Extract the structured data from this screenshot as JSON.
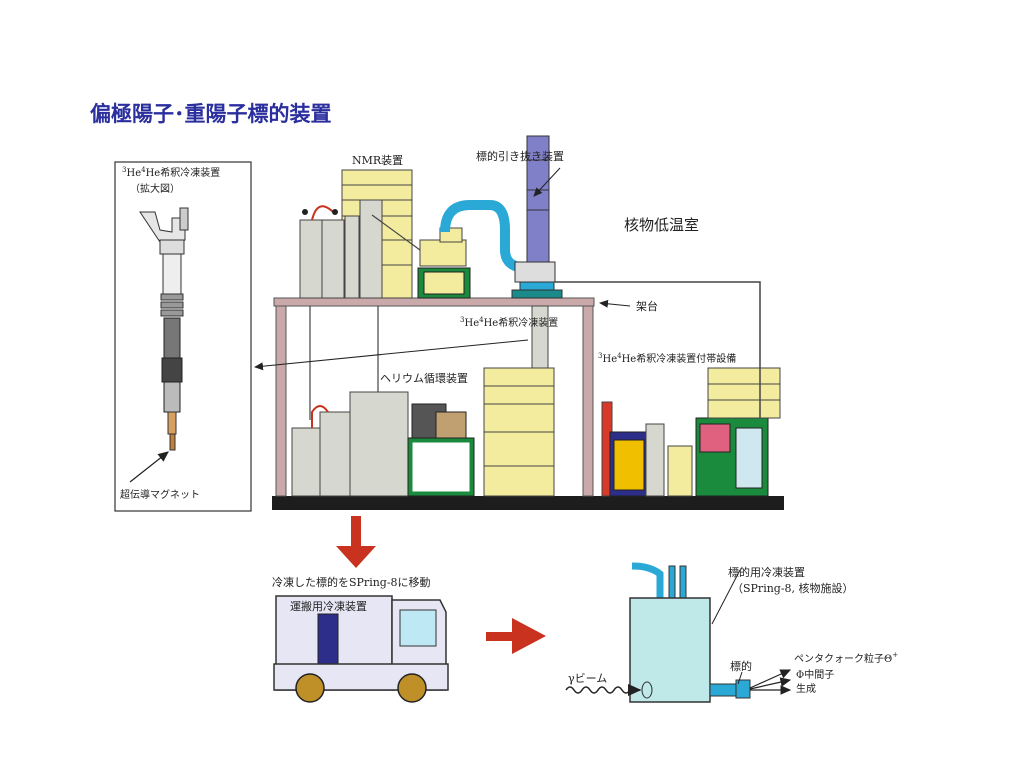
{
  "title": "偏極陽子･重陽子標的装置",
  "labels": {
    "magnified_he3": "He",
    "magnified_he4": "He希釈冷凍装置",
    "magnified_zoom": "（拡大図）",
    "superconducting_magnet": "超伝導マグネット",
    "nmr": "NMR装置",
    "target_extraction": "標的引き抜き装置",
    "nuclear_cold_room": "核物低温室",
    "frame": "架台",
    "dilution_fridge_a": "He",
    "dilution_fridge_b": "He希釈冷凍装置",
    "helium_circulation": "ヘリウム循環装置",
    "auxiliary_a": "He",
    "auxiliary_b": "He希釈冷凍装置付帯設備",
    "transport_caption": "冷凍した標的をSPring-8に移動",
    "truck_label": "運搬用冷凍装置",
    "target_fridge": "標的用冷凍装置",
    "target_fridge_location": "（SPring-8, 核物施設）",
    "target": "標的",
    "gamma_beam": "γビーム",
    "pentaquark": "ペンタクォーク粒子Θ",
    "pentaquark_sup": "+",
    "meson": "Φ中間子",
    "production": "生成",
    "sup3": "3",
    "sup4": "4"
  },
  "colors": {
    "title": "#2b2f9e",
    "arrow_red": "#c8321e",
    "frame": "#c9a9a9",
    "cabinet": "#f3ec9e",
    "tank": "#d6d8d0",
    "cyan_tank": "#bfe8e8",
    "duct": "#2aa9d6",
    "green": "#1a8a3c"
  }
}
